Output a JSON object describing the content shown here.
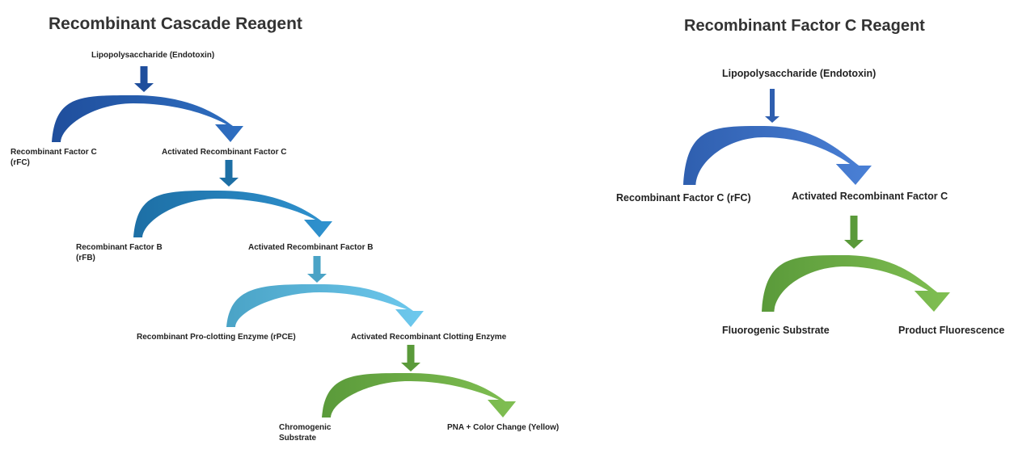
{
  "left": {
    "title": "Recombinant Cascade Reagent",
    "start": "Lipopolysaccharide (Endotoxin)",
    "steps": [
      {
        "input": "Recombinant Factor C\n(rFC)",
        "output": "Activated Recombinant Factor C",
        "color": "#1f4e9c",
        "color_light": "#2f6fc1"
      },
      {
        "input": "Recombinant Factor B\n(rFB)",
        "output": "Activated Recombinant Factor B",
        "color": "#1d6fa5",
        "color_light": "#2f92cf"
      },
      {
        "input": "Recombinant Pro-clotting Enzyme (rPCE)",
        "output": "Activated Recombinant Clotting Enzyme",
        "color": "#4aa3c6",
        "color_light": "#6ec9ee"
      },
      {
        "input": "Chromogenic\nSubstrate",
        "output": "PNA + Color Change (Yellow)",
        "color": "#5a9a3a",
        "color_light": "#80bf52"
      }
    ]
  },
  "right": {
    "title": "Recombinant Factor C Reagent",
    "start": "Lipopolysaccharide (Endotoxin)",
    "steps": [
      {
        "input": "Recombinant Factor C (rFC)",
        "output": "Activated Recombinant Factor C",
        "color": "#2f5faf",
        "color_light": "#4a80d6"
      },
      {
        "input": "Fluorogenic Substrate",
        "output": "Product Fluorescence",
        "color": "#5a9a3a",
        "color_light": "#80bf52"
      }
    ]
  }
}
